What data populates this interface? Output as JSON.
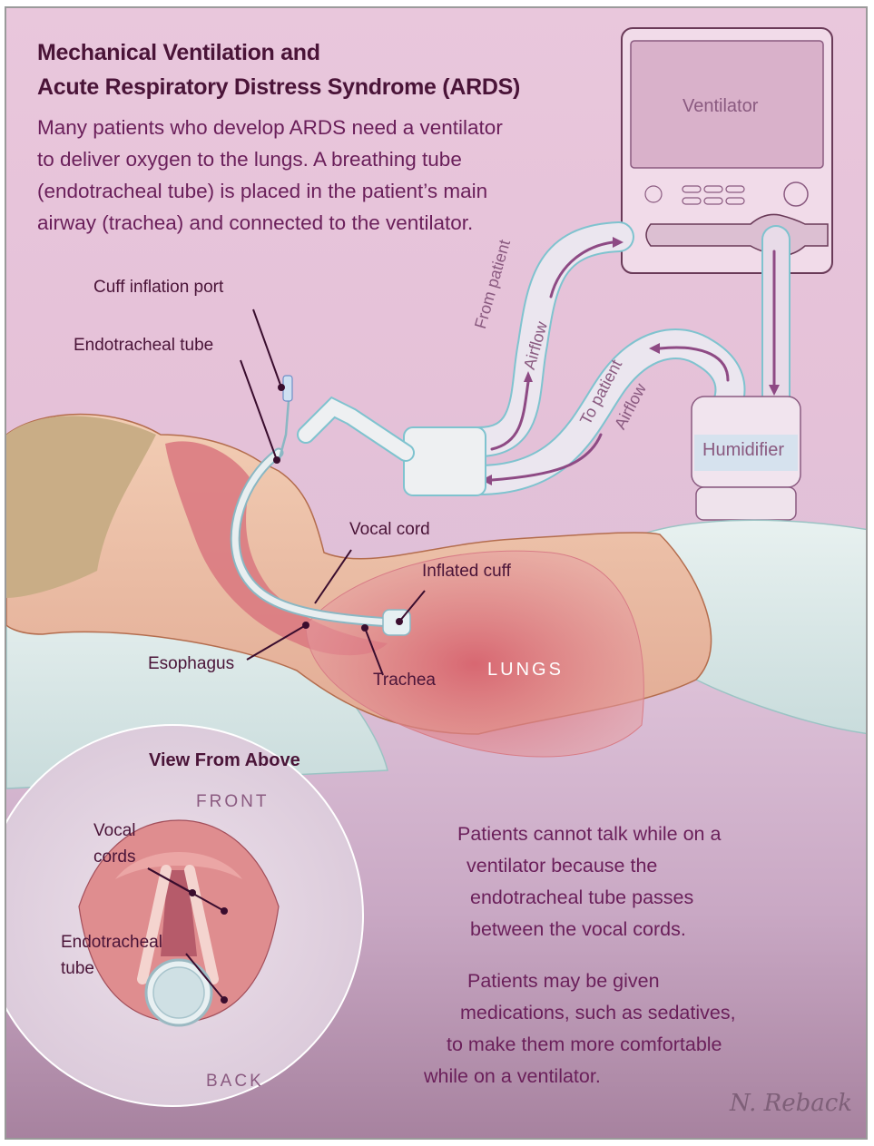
{
  "title": {
    "line1": "Mechanical Ventilation and",
    "line2": "Acute Respiratory Distress Syndrome (ARDS)"
  },
  "intro": {
    "lines": [
      "Many patients who develop ARDS need a ventilator",
      "to deliver oxygen to the lungs. A breathing tube",
      "(endotracheal tube) is placed in the patient’s main",
      "airway (trachea) and connected to the ventilator."
    ]
  },
  "devices": {
    "ventilator": "Ventilator",
    "humidifier": "Humidifier"
  },
  "airflow": {
    "from_patient": "From patient",
    "from_airflow": "Airflow",
    "to_patient": "To patient",
    "to_airflow": "Airflow"
  },
  "labels": {
    "cuff_inflation_port": "Cuff inflation port",
    "endotracheal_tube": "Endotracheal tube",
    "vocal_cord": "Vocal cord",
    "inflated_cuff": "Inflated cuff",
    "esophagus": "Esophagus",
    "trachea": "Trachea",
    "lungs": "LUNGS"
  },
  "inset": {
    "title": "View From Above",
    "front": "FRONT",
    "back": "BACK",
    "vocal_cords_line1": "Vocal",
    "vocal_cords_line2": "cords",
    "tube_line1": "Endotracheal",
    "tube_line2": "tube"
  },
  "notes": {
    "note1": [
      "Patients cannot talk while on a",
      "ventilator because the",
      "endotracheal tube passes",
      "between the vocal cords."
    ],
    "note2": [
      "Patients may be given",
      "medications, such as sedatives,",
      "to make them more comfortable",
      "while on a ventilator."
    ]
  },
  "signature": "N. Reback",
  "colors": {
    "title": "#4a1438",
    "body_text": "#6a1f5a",
    "background": "#e9c7dc",
    "tube_outline": "#7fc3cf",
    "arrow": "#8e4a84",
    "tissue": "#d9777f"
  }
}
